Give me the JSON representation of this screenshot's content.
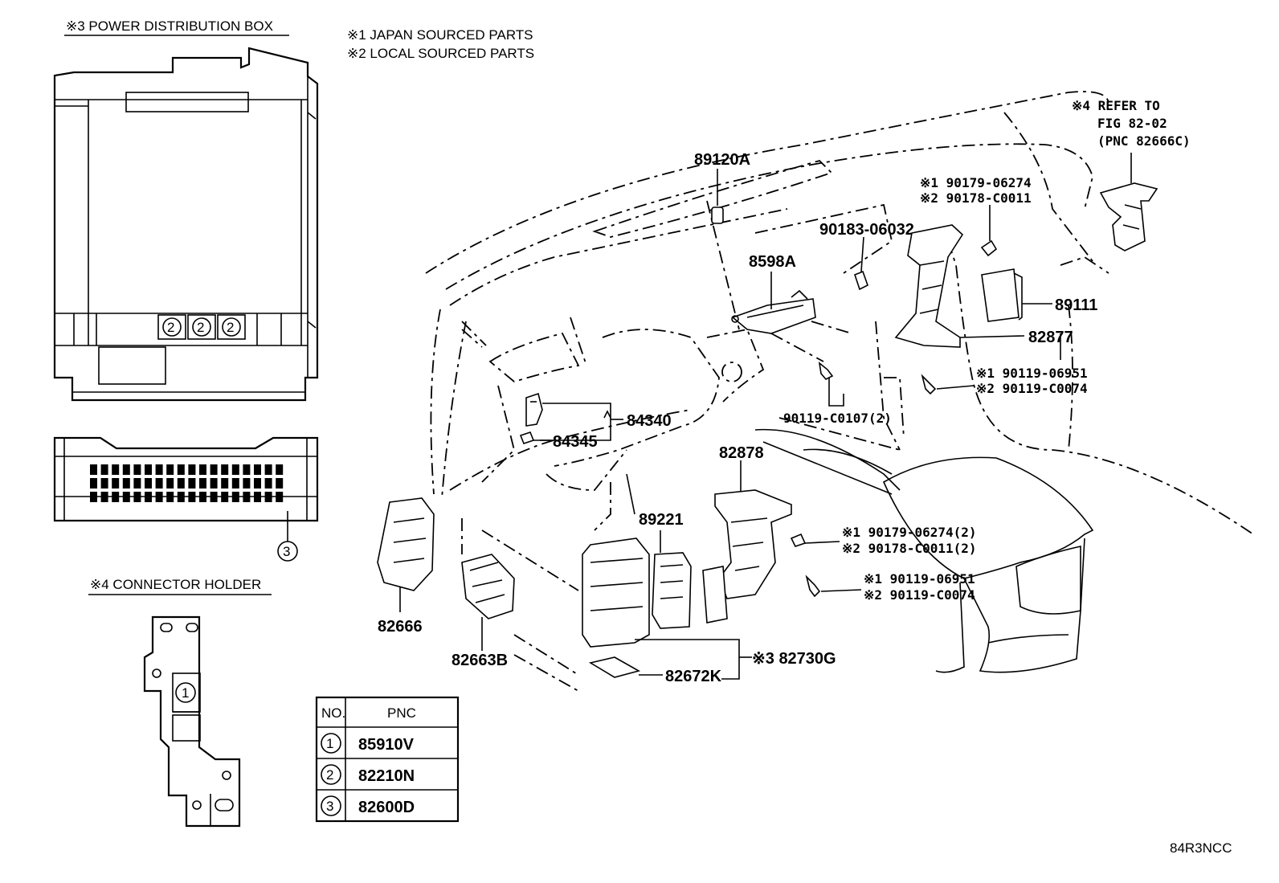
{
  "notes": {
    "box3_title": "※3 POWER DISTRIBUTION BOX",
    "japan": "※1 JAPAN SOURCED PARTS",
    "local": "※2 LOCAL SOURCED PARTS",
    "holder4_title": "※4 CONNECTOR HOLDER",
    "refer_line1": "※4 REFER TO",
    "refer_line2": "FIG 82-02",
    "refer_line3": "(PNC 82666C)"
  },
  "circled": {
    "one": "1",
    "two": "2",
    "three": "3"
  },
  "labels": {
    "p89120A": "89120A",
    "p90179_06274_j": "※1 90179-06274",
    "p90178_C0011_l": "※2 90178-C0011",
    "p90183_06032": "90183-06032",
    "p8598A": "8598A",
    "p89111": "89111",
    "p82877": "82877",
    "p90119_06951_j_a": "※1 90119-06951",
    "p90119_C0074_l_a": "※2 90119-C0074",
    "p90119_C0107": "90119-C0107(2)",
    "p84340": "84340",
    "p84345": "84345",
    "p82878": "82878",
    "p89221": "89221",
    "p90179_06274_2": "※1 90179-06274(2)",
    "p90178_C0011_2": "※2 90178-C0011(2)",
    "p90119_06951_j_b": "※1 90119-06951",
    "p90119_C0074_l_b": "※2 90119-C0074",
    "p82666": "82666",
    "p82663B": "82663B",
    "p82672K": "82672K",
    "p82730G": "※3 82730G"
  },
  "table": {
    "header_no": "NO.",
    "header_pnc": "PNC",
    "rows": [
      {
        "no": "1",
        "pnc": "85910V"
      },
      {
        "no": "2",
        "pnc": "82210N"
      },
      {
        "no": "3",
        "pnc": "82600D"
      }
    ]
  },
  "figure_code": "84R3NCC"
}
